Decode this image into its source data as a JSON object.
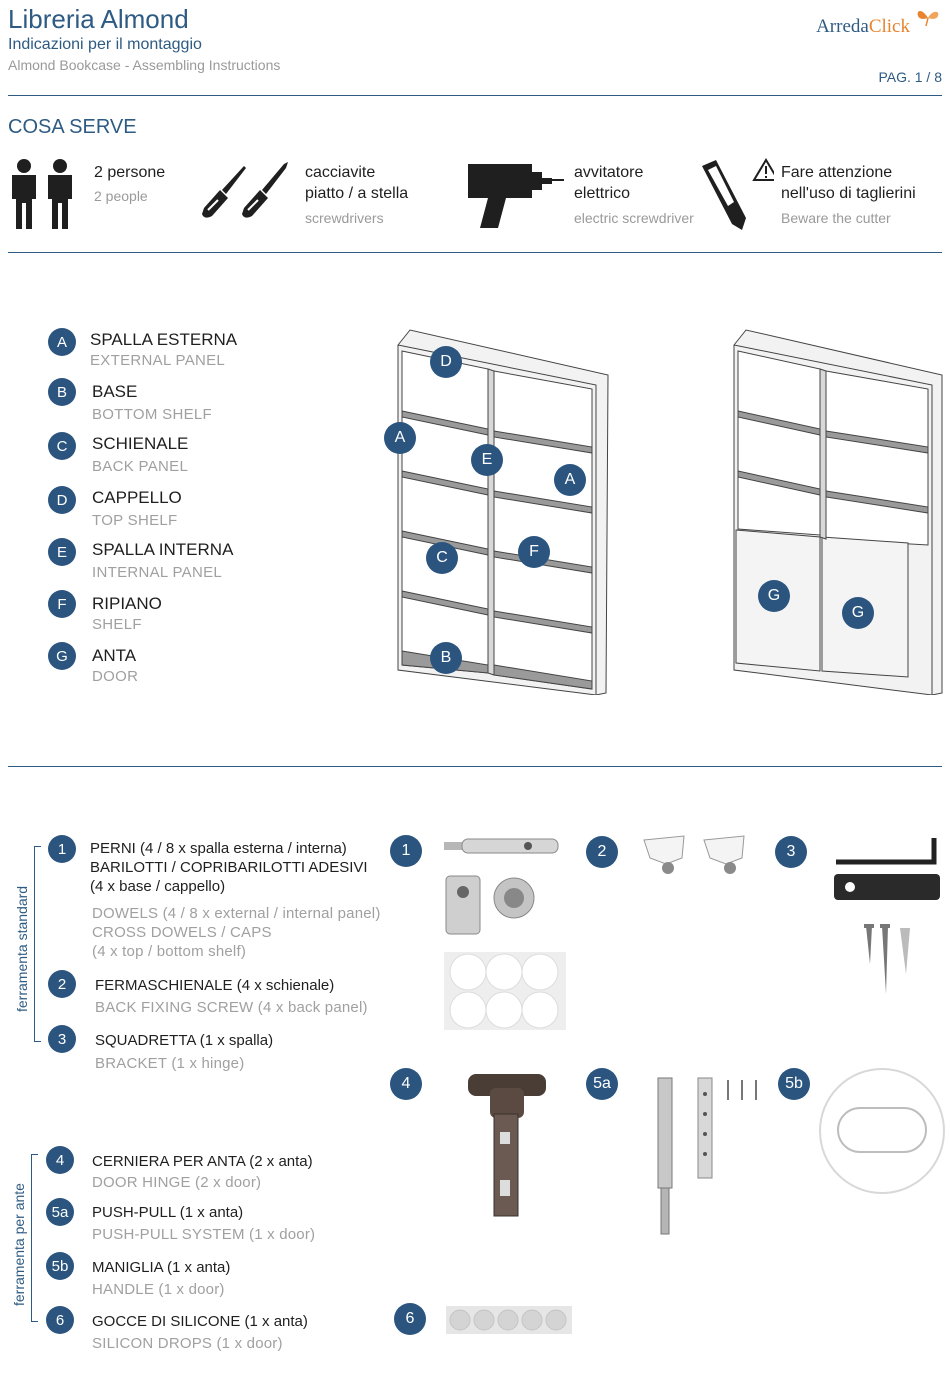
{
  "header": {
    "title": "Libreria Almond",
    "subtitle": "Indicazioni per il montaggio",
    "subtitle_en": "Almond Bookcase - Assembling Instructions",
    "logo_main": "Arreda",
    "logo_accent": "Click",
    "page": "PAG. 1 / 8"
  },
  "tools": {
    "section_title": "COSA SERVE",
    "items": [
      {
        "icon": "two-people-icon",
        "it_lines": [
          "2 persone"
        ],
        "en": "2 people"
      },
      {
        "icon": "screwdrivers-icon",
        "it_lines": [
          "cacciavite",
          "piatto / a stella"
        ],
        "en": "screwdrivers"
      },
      {
        "icon": "electric-screwdriver-icon",
        "it_lines": [
          "avvitatore",
          "elettrico"
        ],
        "en": "electric screwdriver"
      },
      {
        "icon": "cutter-warning-icon",
        "it_lines": [
          "Fare attenzione",
          "nell'uso di taglierini"
        ],
        "en": "Beware the cutter"
      }
    ]
  },
  "parts": [
    {
      "letter": "A",
      "it": "SPALLA ESTERNA",
      "en": "EXTERNAL PANEL"
    },
    {
      "letter": "B",
      "it": "BASE",
      "en": "BOTTOM SHELF"
    },
    {
      "letter": "C",
      "it": "SCHIENALE",
      "en": "BACK PANEL"
    },
    {
      "letter": "D",
      "it": "CAPPELLO",
      "en": "TOP SHELF"
    },
    {
      "letter": "E",
      "it": "SPALLA INTERNA",
      "en": "INTERNAL PANEL"
    },
    {
      "letter": "F",
      "it": "RIPIANO",
      "en": "SHELF"
    },
    {
      "letter": "G",
      "it": "ANTA",
      "en": "DOOR"
    }
  ],
  "diagram_labels": {
    "open": [
      "D",
      "A",
      "E",
      "A",
      "C",
      "F",
      "B"
    ],
    "doors": [
      "G",
      "G"
    ]
  },
  "hardware": {
    "group_standard": "ferramenta standard",
    "group_doors": "ferramenta per ante",
    "items": [
      {
        "num": "1",
        "it_lines": [
          "PERNI (4 / 8 x spalla esterna / interna)",
          "BARILOTTI / COPRIBARILOTTI ADESIVI",
          "(4 x base / cappello)"
        ],
        "en_lines": [
          "DOWELS (4 / 8 x external / internal panel)",
          "CROSS DOWELS / CAPS",
          "(4 x top / bottom shelf)"
        ]
      },
      {
        "num": "2",
        "it_lines": [
          "FERMASCHIENALE (4 x schienale)"
        ],
        "en_lines": [
          "BACK FIXING SCREW (4 x back panel)"
        ]
      },
      {
        "num": "3",
        "it_lines": [
          "SQUADRETTA (1 x spalla)"
        ],
        "en_lines": [
          "BRACKET (1 x hinge)"
        ]
      },
      {
        "num": "4",
        "it_lines": [
          "CERNIERA PER ANTA (2 x anta)"
        ],
        "en_lines": [
          "DOOR HINGE (2 x door)"
        ]
      },
      {
        "num": "5a",
        "it_lines": [
          "PUSH-PULL (1 x anta)"
        ],
        "en_lines": [
          "PUSH-PULL SYSTEM (1 x door)"
        ]
      },
      {
        "num": "5b",
        "it_lines": [
          "MANIGLIA (1 x anta)"
        ],
        "en_lines": [
          "HANDLE (1 x door)"
        ]
      },
      {
        "num": "6",
        "it_lines": [
          "GOCCE DI SILICONE (1 x anta)"
        ],
        "en_lines": [
          "SILICON DROPS (1 x door)"
        ]
      }
    ],
    "photo_labels": [
      "1",
      "2",
      "3",
      "4",
      "5a",
      "5b",
      "6"
    ]
  },
  "colors": {
    "accent": "#2e5b83",
    "badge": "#2b557f",
    "logo_accent": "#e8832f",
    "muted": "#9a9a9a"
  }
}
